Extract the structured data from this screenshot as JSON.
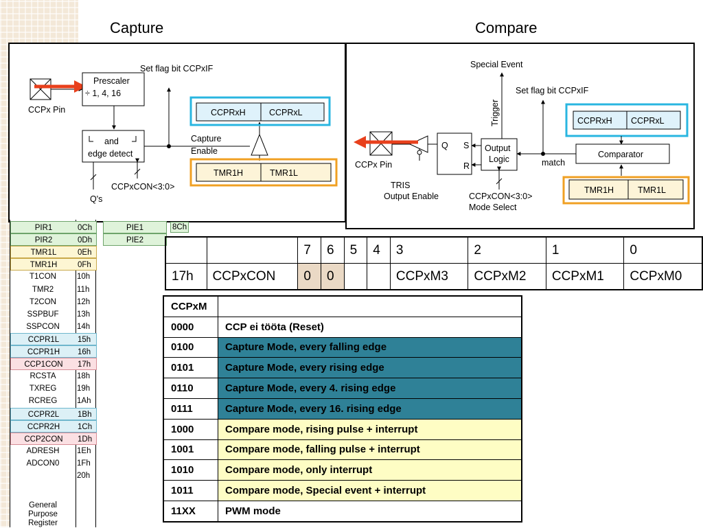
{
  "headings": {
    "capture": "Capture",
    "compare": "Compare"
  },
  "capture_diagram": {
    "prescaler": "Prescaler",
    "prescaler_ratio": "÷ 1, 4, 16",
    "pin_label": "CCPx Pin",
    "set_flag": "Set flag bit CCPxIF",
    "and_label": "and",
    "edge_detect": "edge detect",
    "capture_enable_1": "Capture",
    "capture_enable_2": "Enable",
    "ccprxh": "CCPRxH",
    "ccprxl": "CCPRxL",
    "tmr1h": "TMR1H",
    "tmr1l": "TMR1L",
    "qs": "Q's",
    "ccpxcon": "CCPxCON<3:0>"
  },
  "compare_diagram": {
    "special_event": "Special Event",
    "trigger": "Trigger",
    "set_flag": "Set flag bit CCPxIF",
    "ccprxh": "CCPRxH",
    "ccprxl": "CCPRxL",
    "q": "Q",
    "s": "S",
    "r": "R",
    "output_logic_1": "Output",
    "output_logic_2": "Logic",
    "match": "match",
    "comparator": "Comparator",
    "tmr1h": "TMR1H",
    "tmr1l": "TMR1L",
    "pin_label": "CCPx Pin",
    "tris_1": "TRIS",
    "tris_2": "Output Enable",
    "ccpxcon": "CCPxCON<3:0>",
    "mode_select": "Mode Select"
  },
  "register_map": {
    "rows": [
      {
        "name": "PIR1",
        "addr": "0Ch",
        "hl": "green"
      },
      {
        "name": "PIR2",
        "addr": "0Dh",
        "hl": "green"
      },
      {
        "name": "TMR1L",
        "addr": "0Eh",
        "hl": "yellow"
      },
      {
        "name": "TMR1H",
        "addr": "0Fh",
        "hl": "yellow"
      },
      {
        "name": "T1CON",
        "addr": "10h",
        "hl": ""
      },
      {
        "name": "TMR2",
        "addr": "11h",
        "hl": ""
      },
      {
        "name": "T2CON",
        "addr": "12h",
        "hl": ""
      },
      {
        "name": "SSPBUF",
        "addr": "13h",
        "hl": ""
      },
      {
        "name": "SSPCON",
        "addr": "14h",
        "hl": ""
      },
      {
        "name": "CCPR1L",
        "addr": "15h",
        "hl": "blue"
      },
      {
        "name": "CCPR1H",
        "addr": "16h",
        "hl": "blue"
      },
      {
        "name": "CCP1CON",
        "addr": "17h",
        "hl": "pink"
      },
      {
        "name": "RCSTA",
        "addr": "18h",
        "hl": ""
      },
      {
        "name": "TXREG",
        "addr": "19h",
        "hl": ""
      },
      {
        "name": "RCREG",
        "addr": "1Ah",
        "hl": ""
      },
      {
        "name": "CCPR2L",
        "addr": "1Bh",
        "hl": "blue"
      },
      {
        "name": "CCPR2H",
        "addr": "1Ch",
        "hl": "blue"
      },
      {
        "name": "CCP2CON",
        "addr": "1Dh",
        "hl": "pink"
      },
      {
        "name": "ADRESH",
        "addr": "1Eh",
        "hl": ""
      },
      {
        "name": "ADCON0",
        "addr": "1Fh",
        "hl": ""
      },
      {
        "name": "",
        "addr": "20h",
        "hl": ""
      }
    ],
    "pie": [
      "PIE1",
      "PIE2"
    ],
    "pie_addr": "8Ch",
    "gp_1": "General",
    "gp_2": "Purpose",
    "gp_3": "Register"
  },
  "bit_table": {
    "header": [
      "",
      "",
      "7",
      "6",
      "5",
      "4",
      "3",
      "2",
      "1",
      "0"
    ],
    "row": [
      "17h",
      "CCPxCON",
      "0",
      "0",
      "",
      "",
      "CCPxM3",
      "CCPxM2",
      "CCPxM1",
      "CCPxM0"
    ]
  },
  "mode_table": {
    "header": [
      "CCPxM",
      ""
    ],
    "rows": [
      {
        "code": "0000",
        "desc": "CCP ei tööta (Reset)",
        "kind": ""
      },
      {
        "code": "0100",
        "desc": "Capture Mode, every falling edge",
        "kind": "cap"
      },
      {
        "code": "0101",
        "desc": "Capture Mode, every rising edge",
        "kind": "cap"
      },
      {
        "code": "0110",
        "desc": "Capture Mode, every 4. rising edge",
        "kind": "cap"
      },
      {
        "code": "0111",
        "desc": "Capture Mode, every 16. rising edge",
        "kind": "cap"
      },
      {
        "code": "1000",
        "desc": "Compare mode, rising pulse + interrupt",
        "kind": "cmp"
      },
      {
        "code": "1001",
        "desc": "Compare mode, falling pulse + interrupt",
        "kind": "cmp"
      },
      {
        "code": "1010",
        "desc": "Compare mode, only interrupt",
        "kind": "cmp"
      },
      {
        "code": "1011",
        "desc": "Compare mode, Special event + interrupt",
        "kind": "cmp"
      },
      {
        "code": "11XX",
        "desc": "PWM mode",
        "kind": ""
      }
    ]
  },
  "colors": {
    "arrow": "#e8401c",
    "cyan": "#29b6e0",
    "orange": "#f0a023",
    "capture_row": "#2f8197",
    "compare_row": "#fefdc4"
  }
}
